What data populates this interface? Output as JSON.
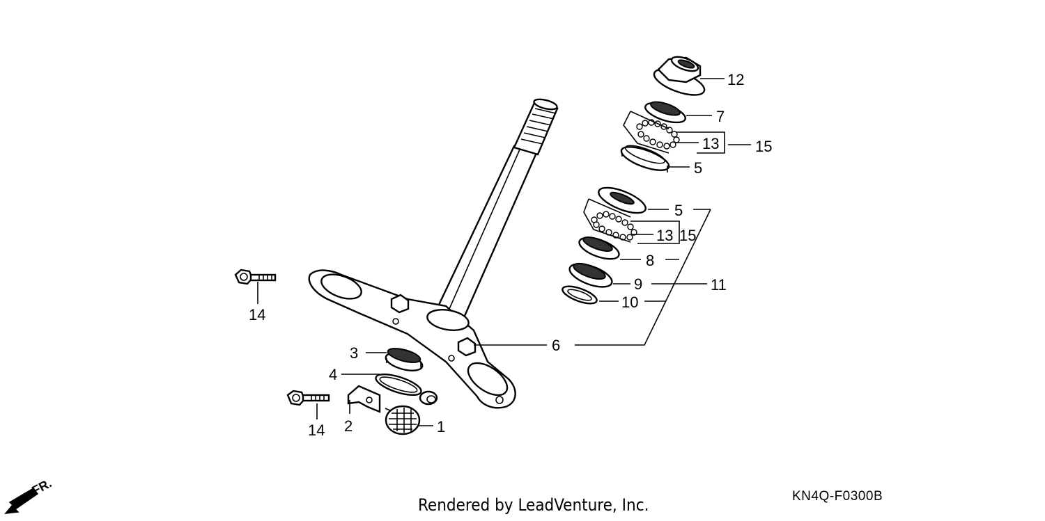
{
  "diagram": {
    "callouts": {
      "p1": "1",
      "p2": "2",
      "p3": "3",
      "p4": "4",
      "p5a": "5",
      "p5b": "5",
      "p6": "6",
      "p7": "7",
      "p8": "8",
      "p9": "9",
      "p10": "10",
      "p11": "11",
      "p12": "12",
      "p13a": "13",
      "p13b": "13",
      "p14a": "14",
      "p14b": "14",
      "p15a": "15",
      "p15b": "15"
    },
    "front_marker": "FR.",
    "drawing_code": "KN4Q-F0300B"
  },
  "footer": {
    "credit": "Rendered by LeadVenture, Inc."
  }
}
